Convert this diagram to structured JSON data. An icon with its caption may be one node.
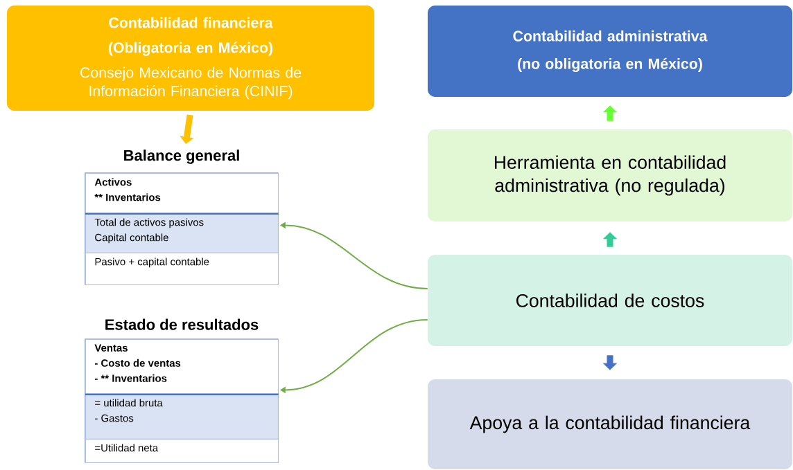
{
  "diagram": {
    "nodes": [
      {
        "text": [
          "Contabilidad financiera",
          "(Obligatoria en México)",
          "Consejo Mexicano de Normas de Información Financiera (CINIF)"
        ]
      },
      {
        "text": [
          "Balance general"
        ]
      },
      {
        "text": [
          "Activos",
          "** Inventarios"
        ],
        "in": 1
      },
      {
        "text": [
          "Total de activos pasivos",
          "Capital contable"
        ],
        "in": 1
      },
      {
        "text": [
          "Pasivo + capital contable"
        ],
        "in": 1
      },
      {
        "text": [
          "Estado de resultados"
        ]
      },
      {
        "text": [
          "Ventas",
          "-   Costo de ventas",
          "-   ** Inventarios"
        ],
        "in": 5
      },
      {
        "text": [
          "= utilidad bruta",
          "-   Gastos"
        ],
        "in": 5
      },
      {
        "text": [
          "=Utilidad neta"
        ],
        "in": 5
      },
      {
        "text": [
          "Contabilidad administrativa",
          "(no obligatoria en México)"
        ]
      },
      {
        "text": [
          "Herramienta en contabilidad administrativa (no regulada)"
        ]
      },
      {
        "text": [
          "Contabilidad de costos"
        ]
      },
      {
        "text": [
          "Apoya a la contabilidad financiera"
        ]
      }
    ],
    "edges": [
      {
        "from": 0,
        "to": 1,
        "arrow": "to",
        "color": "#ffc000"
      },
      {
        "from": 11,
        "to": 3,
        "arrow": "to",
        "color": "#70ad47"
      },
      {
        "from": 11,
        "to": 6,
        "arrow": "to",
        "color": "#70ad47"
      },
      {
        "from": 10,
        "to": 9,
        "arrow": "to",
        "color": "#66ff33"
      },
      {
        "from": 11,
        "to": 10,
        "arrow": "to",
        "color": "#33cc99"
      },
      {
        "from": 11,
        "to": 12,
        "arrow": "to",
        "color": "#4472c4"
      }
    ]
  }
}
